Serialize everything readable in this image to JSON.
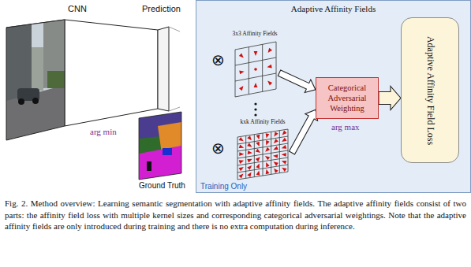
{
  "diagram": {
    "caption": "Fig. 2. Method overview: Learning semantic segmentation with adaptive affinity fields. The adaptive affinity fields consist of two parts: the affinity field loss with multiple kernel sizes and corresponding categorical adversarial weightings. Note that the adaptive affinity fields are only introduced during training and there is no extra computation during inference.",
    "nodes": [
      {
        "text": [
          "Adaptive Affinity Fields",
          "Training Only"
        ]
      },
      {
        "text": [
          "3x3 Affinity Fields"
        ],
        "in": 0
      },
      {
        "text": [
          "kxk Affinity Fields"
        ],
        "in": 0
      },
      {
        "text": [
          "Categorical Adversarial Weighting"
        ],
        "in": 0
      },
      {
        "text": [
          "Adaptive Affinity Field Loss"
        ],
        "in": 0
      }
    ],
    "edges": [
      {
        "from": 1,
        "to": 3,
        "arrow": "to"
      },
      {
        "from": 2,
        "to": 3,
        "arrow": "to"
      },
      {
        "from": 3,
        "to": 4,
        "arrow": "to"
      }
    ],
    "labels": [
      "CNN",
      "Prediction",
      "arg min",
      "Ground Truth",
      "⊗",
      "⊗",
      "arg max"
    ]
  }
}
